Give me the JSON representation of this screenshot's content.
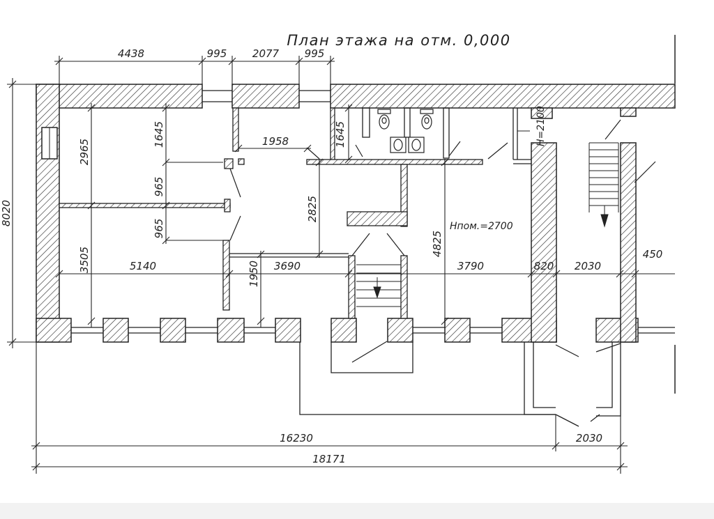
{
  "title": "План этажа на отм. 0,000",
  "dimensions": {
    "top": [
      "4438",
      "995",
      "2077",
      "995"
    ],
    "left_total": "8020",
    "left_col": [
      "2965",
      "3505"
    ],
    "inner": {
      "d1645a": "1645",
      "d965a": "965",
      "d965b": "965",
      "d1958": "1958",
      "d1645b": "1645",
      "d2825": "2825",
      "d4825": "4825",
      "d1950": "1950"
    },
    "row": [
      "5140",
      "3690",
      "3790",
      "820",
      "2030",
      "450"
    ],
    "bottom": [
      "16230",
      "2030",
      "18171"
    ]
  },
  "notes": {
    "room_height": "Нпом.=2700",
    "height_mark": "Н=2100"
  },
  "colors": {
    "line": "#222222",
    "hatch": "#333333"
  }
}
